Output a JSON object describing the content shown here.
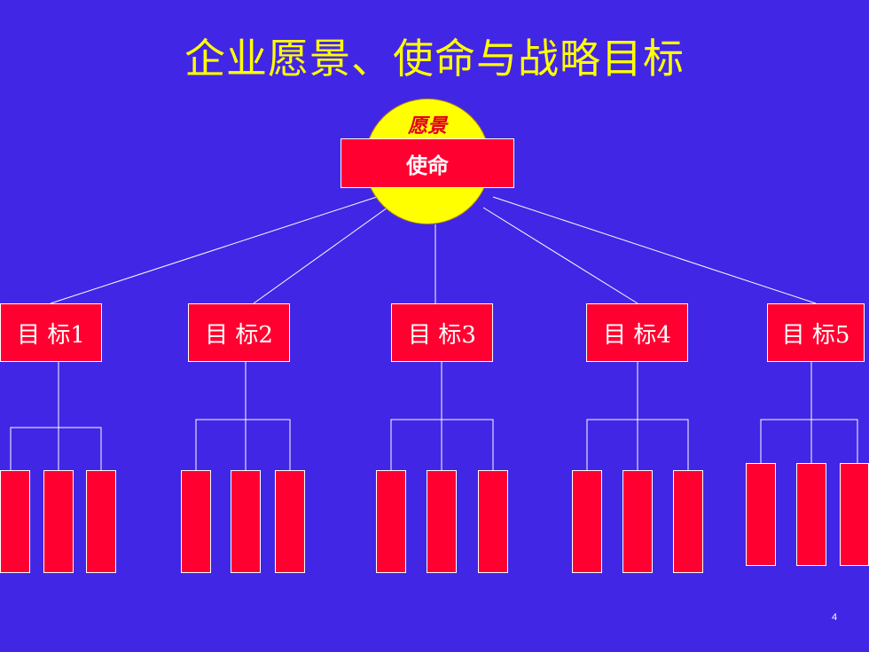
{
  "slide": {
    "title": "企业愿景、使命与战略目标",
    "vision_label": "愿景",
    "mission_label": "使命",
    "goals": [
      "目 标1",
      "目 标2",
      "目 标3",
      "目 标4",
      "目 标5"
    ],
    "page_number": "4"
  },
  "colors": {
    "background": "#4226e6",
    "title": "#ffff00",
    "vision_circle": "#ffff00",
    "box_fill": "#ff0030",
    "box_border": "#ffffff"
  }
}
